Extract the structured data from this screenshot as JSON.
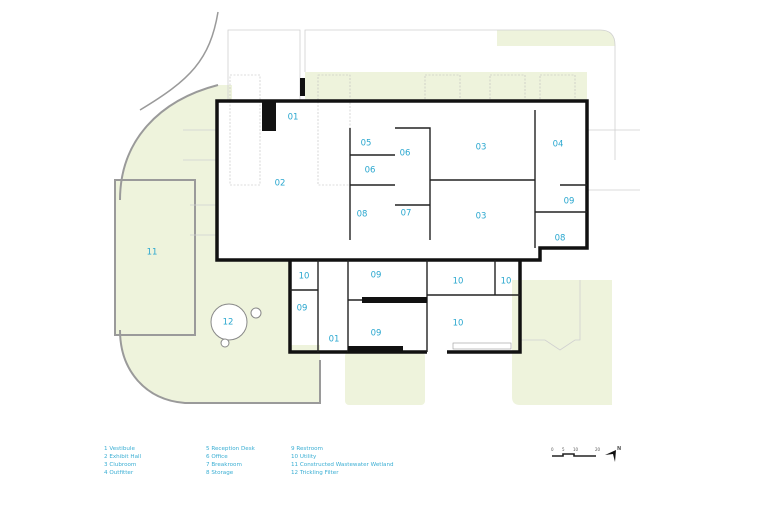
{
  "colors": {
    "label": "#2aa7cf",
    "landscape": "#eef3dc",
    "wall": "#111111"
  },
  "rooms": {
    "r01a": "01",
    "r02": "02",
    "r03a": "03",
    "r03b": "03",
    "r04": "04",
    "r05": "05",
    "r06a": "06",
    "r06b": "06",
    "r07": "07",
    "r08a": "08",
    "r08b": "08",
    "r09a": "09",
    "r10a": "10",
    "r09b": "09",
    "r01b": "01",
    "r09c": "09",
    "r09d": "09",
    "r10b": "10",
    "r10c": "10",
    "r10d": "10",
    "r11": "11",
    "r12": "12"
  },
  "legend": [
    "1  Vestibule",
    "2  Exhibit Hall",
    "3  Clubroom",
    "4  Outfitter",
    "5  Reception Desk",
    "6  Office",
    "7  Breakroom",
    "8  Storage",
    "9  Restroom",
    "10  Utility",
    "11  Constructed Wastewater Wetland",
    "12  Trickling Filter"
  ],
  "scale": {
    "ticks": [
      "0",
      "5",
      "10",
      "20"
    ],
    "north": "N"
  }
}
